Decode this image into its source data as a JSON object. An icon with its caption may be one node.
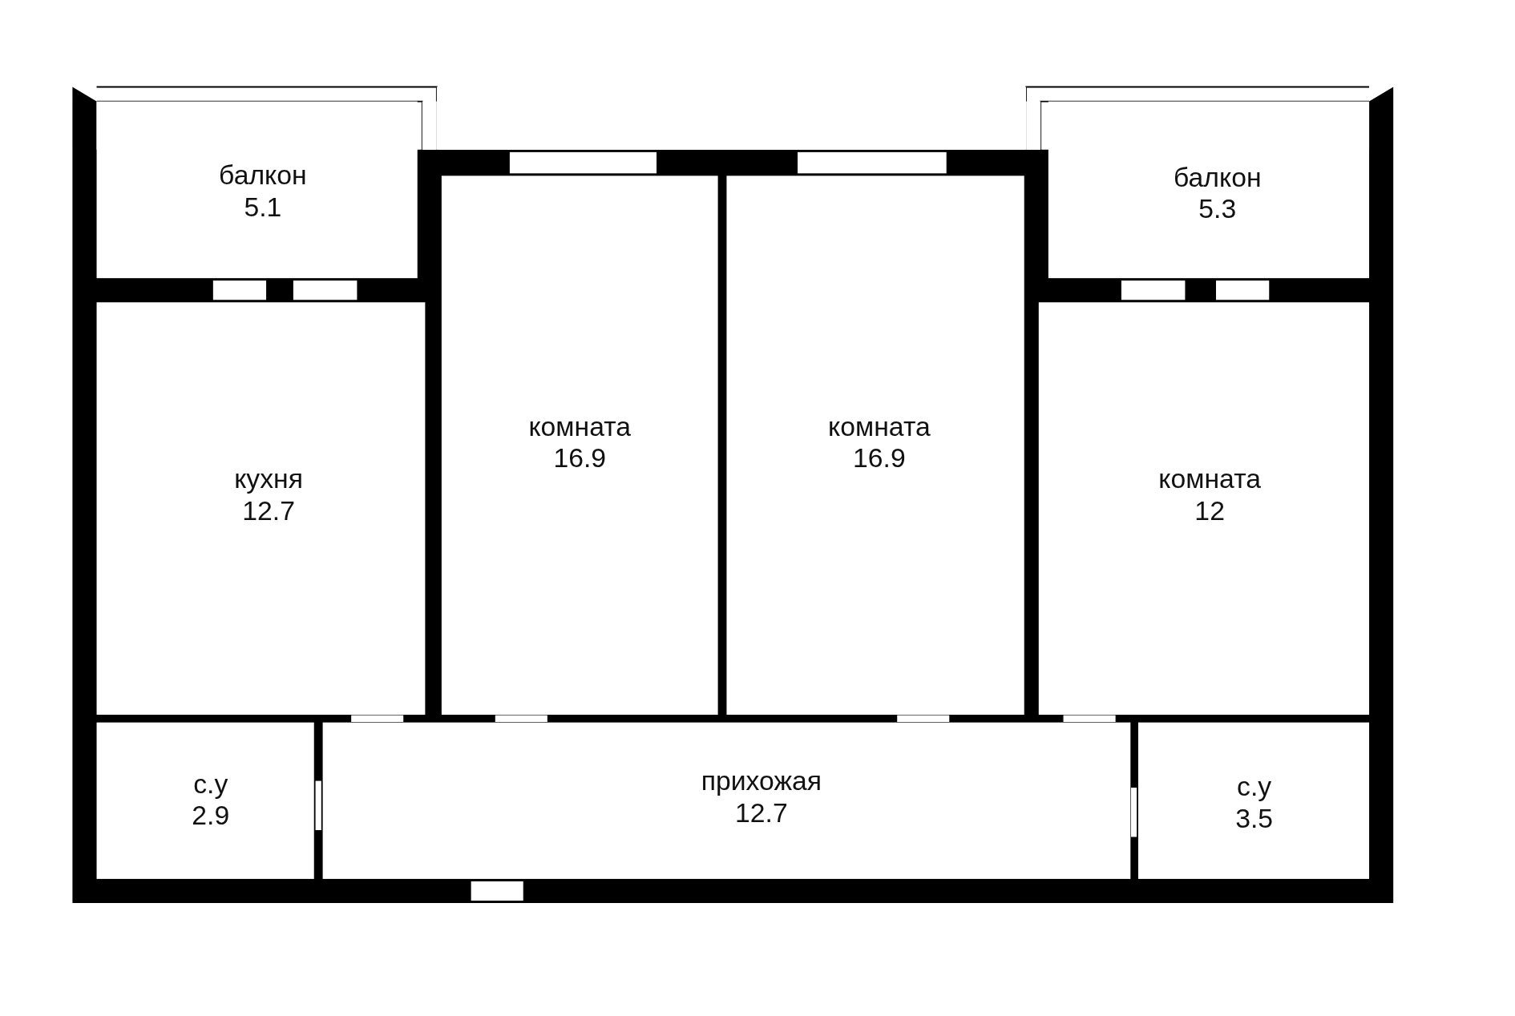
{
  "diagram": {
    "nodes": [
      {
        "text": [
          "балкон",
          "5.1"
        ]
      },
      {
        "text": [
          "комната",
          "16.9"
        ]
      },
      {
        "text": [
          "комната",
          "16.9"
        ]
      },
      {
        "text": [
          "балкон",
          "5.3"
        ]
      },
      {
        "text": [
          "кухня",
          "12.7"
        ]
      },
      {
        "text": [
          "комната",
          "12"
        ]
      },
      {
        "text": [
          "с.у",
          "2.9"
        ]
      },
      {
        "text": [
          "прихожая",
          "12.7"
        ]
      },
      {
        "text": [
          "с.у",
          "3.5"
        ]
      }
    ]
  }
}
